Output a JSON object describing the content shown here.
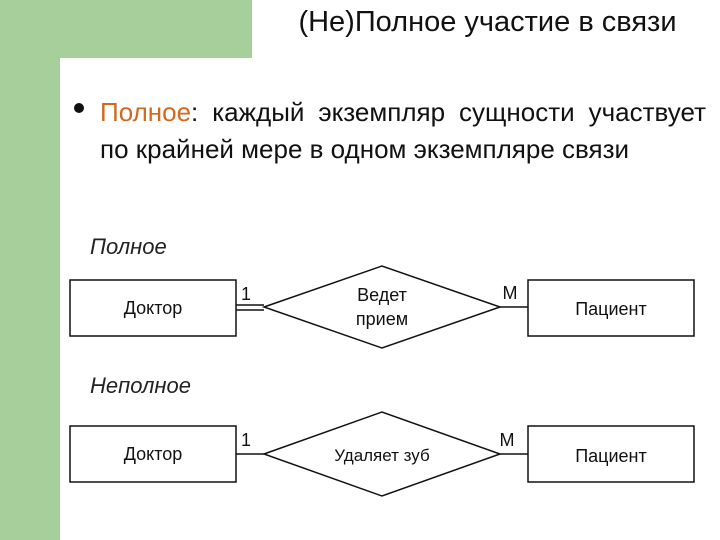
{
  "title": "(Не)Полное участие в связи",
  "bullet": {
    "term": "Полное",
    "rest": ": каждый экземпляр сущности участвует по крайней мере в одном экземпляре связи"
  },
  "diagrams": [
    {
      "label": "Полное",
      "left_entity": "Доктор",
      "relationship": [
        "Ведет",
        "прием"
      ],
      "right_entity": "Пациент",
      "left_cardinality": "1",
      "right_cardinality": "M"
    },
    {
      "label": "Неполное",
      "left_entity": "Доктор",
      "relationship": [
        "Удаляет зуб"
      ],
      "right_entity": "Пациент",
      "left_cardinality": "1",
      "right_cardinality": "M"
    }
  ]
}
